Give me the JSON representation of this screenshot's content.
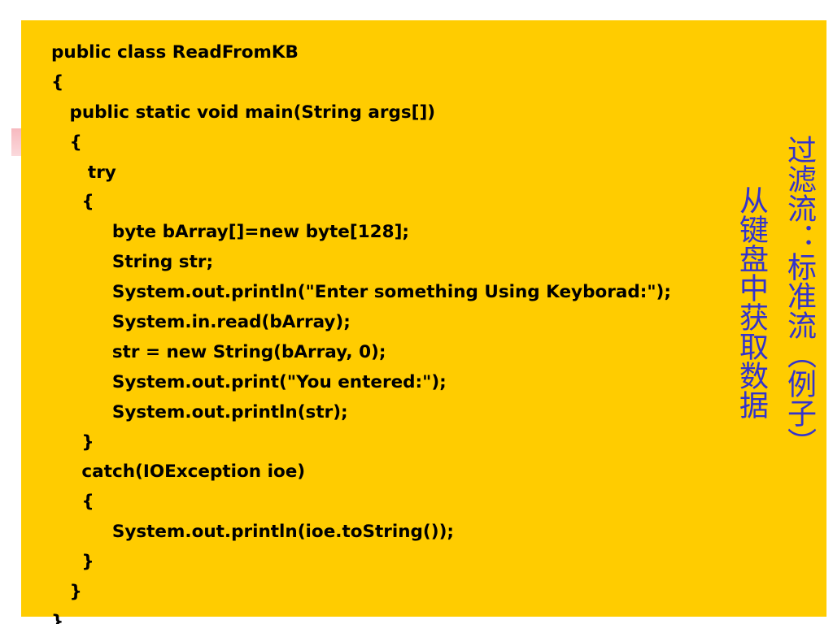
{
  "code_lines": [
    "public class ReadFromKB",
    "{",
    "   public static void main(String args[])",
    "   {",
    "      try",
    "     {",
    "          byte bArray[]=new byte[128];",
    "          String str;",
    "          System.out.println(\"Enter something Using Keyborad:\");",
    "          System.in.read(bArray);",
    "          str = new String(bArray, 0);",
    "          System.out.print(\"You entered:\");",
    "          System.out.println(str);",
    "     }",
    "     catch(IOException ioe)",
    "     {",
    "          System.out.println(ioe.toString());",
    "     }",
    "   }",
    "}"
  ],
  "title_main": "过滤流：标准流（例子）",
  "title_sub": "从键盘中获取数据",
  "colors": {
    "panel": "#ffcc00",
    "title": "#3333cc",
    "accent": "#f7b9bf"
  }
}
